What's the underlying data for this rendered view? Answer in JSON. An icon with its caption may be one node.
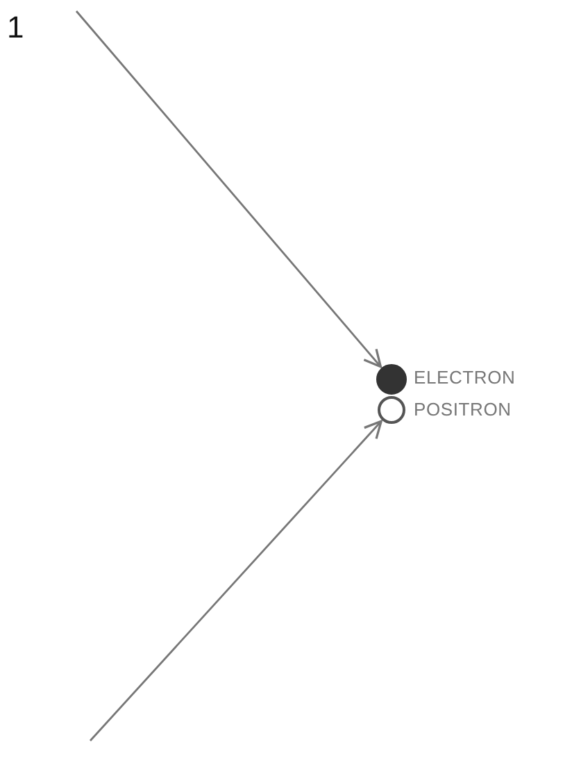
{
  "diagram": {
    "nodes": [
      {
        "text": [],
        "shape": "circle",
        "beside": [
          "ELECTRON"
        ]
      },
      {
        "text": [],
        "shape": "circle",
        "beside": [
          "POSITRON"
        ]
      }
    ],
    "edges": [
      {
        "from": null,
        "to": 0,
        "arrow": "to"
      },
      {
        "from": null,
        "to": 1,
        "arrow": "to"
      }
    ],
    "labels": [
      "1"
    ]
  }
}
